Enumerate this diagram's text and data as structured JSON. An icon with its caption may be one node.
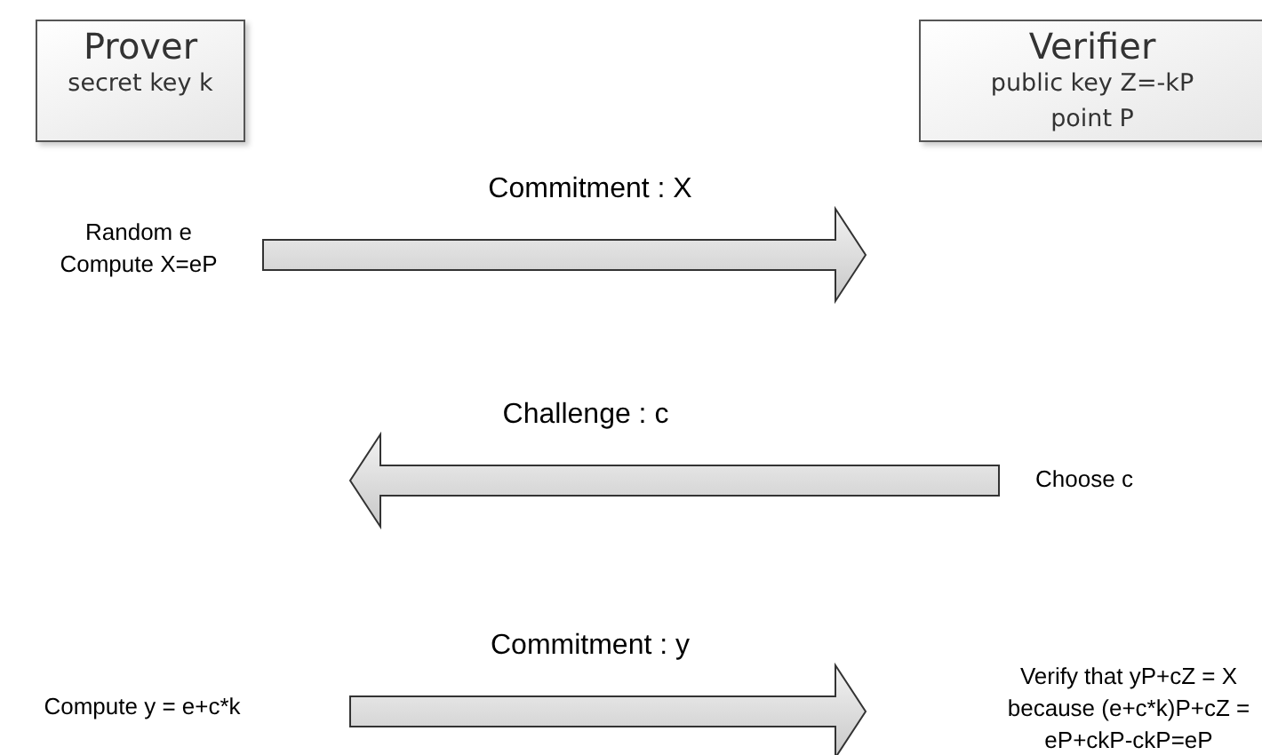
{
  "diagram": {
    "nodes": [
      {
        "text": [
          "Prover",
          "secret key k"
        ]
      },
      {
        "text": [
          "Verifier",
          "public key Z=-kP point P"
        ]
      },
      {
        "text": [
          "Random e Compute X=eP"
        ]
      },
      {
        "text": [
          "Choose c"
        ]
      },
      {
        "text": [
          "Compute y = e+c*k"
        ]
      },
      {
        "text": [
          "Verify that yP+cZ = X because (e+c*k)P+cZ = eP+ckP-ckP=eP"
        ]
      }
    ],
    "edges": [
      {
        "from": 2,
        "to": null,
        "arrow": "to",
        "label": "Commitment : X"
      },
      {
        "from": 3,
        "to": null,
        "arrow": "to",
        "label": "Challenge : c"
      },
      {
        "from": 4,
        "to": 5,
        "arrow": "to",
        "label": "Commitment : y"
      }
    ]
  }
}
